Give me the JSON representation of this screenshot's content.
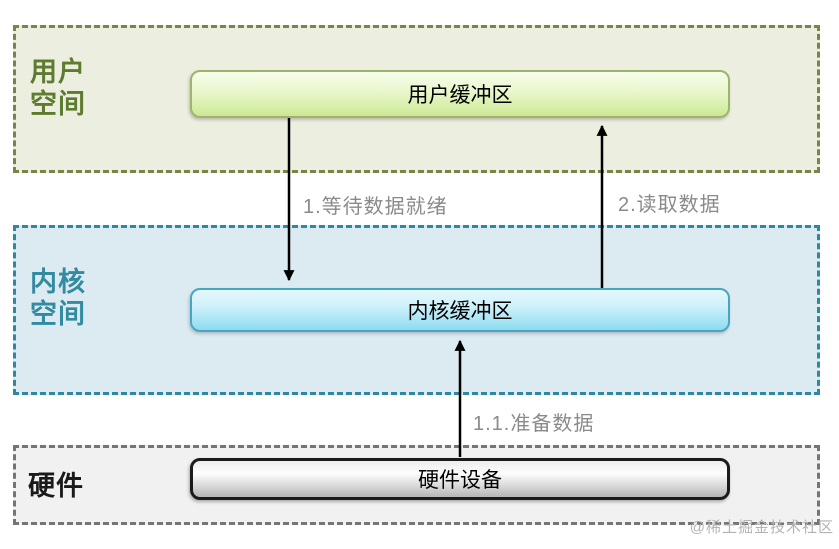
{
  "zones": {
    "user": {
      "label": "用户\n空间",
      "fill": "#ecefe0",
      "border_color": "#78854a",
      "label_color": "#5e7c2f"
    },
    "kernel": {
      "label": "内核\n空间",
      "fill": "#dcebf2",
      "border_color": "#2e87a3",
      "label_color": "#338ba1"
    },
    "hardware": {
      "label": "硬件",
      "fill": "#f1f1f1",
      "border_color": "#757575",
      "label_color": "#1a1a1a"
    }
  },
  "nodes": {
    "user_buffer": {
      "label": "用户缓冲区",
      "fill_top": "#f7fdeb",
      "fill_bottom": "#cbe795",
      "border_color": "#9db56b"
    },
    "kernel_buffer": {
      "label": "内核缓冲区",
      "fill_top": "#e4f8fc",
      "fill_bottom": "#8cdaf0",
      "border_color": "#4aa5c2"
    },
    "hardware_device": {
      "label": "硬件设备",
      "fill_top": "#ededed",
      "fill_bottom": "#b5b5b5",
      "border_color": "#1b1b1b"
    }
  },
  "flows": {
    "wait_data": {
      "label": "1.等待数据就绪",
      "from": "user_buffer",
      "to": "kernel_buffer"
    },
    "read_data": {
      "label": "2.读取数据",
      "from": "kernel_buffer",
      "to": "user_buffer"
    },
    "prepare_data": {
      "label": "1.1.准备数据",
      "from": "hardware_device",
      "to": "kernel_buffer"
    }
  },
  "flow_label_color": "#8a8a8a",
  "arrow_color": "#000000",
  "watermark": {
    "text": "@稀土掘金技术社区",
    "color": "#b3b3b3"
  }
}
